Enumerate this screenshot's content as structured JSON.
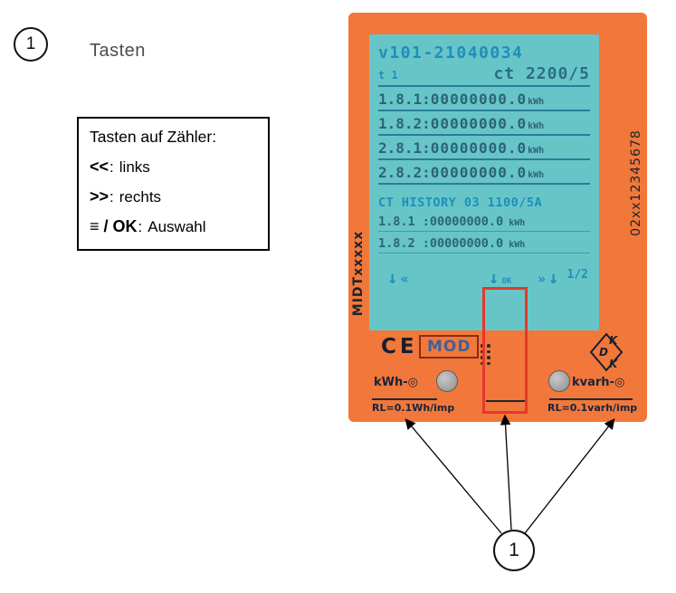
{
  "callout_top": {
    "number": "1",
    "label": "Tasten"
  },
  "legend": {
    "title": "Tasten auf Zähler:",
    "items": [
      {
        "key": "<<",
        "sep": ":",
        "label": "links"
      },
      {
        "key": ">>",
        "sep": ":",
        "label": "rechts"
      },
      {
        "key": "≡ / OK",
        "sep": ":",
        "label": "Auswahl"
      }
    ]
  },
  "meter": {
    "side_left_code": "MIDTxxxxx",
    "side_right_code": "02xx12345678",
    "lcd": {
      "version": "v101-21040034",
      "tariff": "t 1",
      "ct_ratio": "ct 2200/5",
      "registers": [
        {
          "code": "1.8.1:",
          "value": "00000000.0",
          "unit": "kWh"
        },
        {
          "code": "1.8.2:",
          "value": "00000000.0",
          "unit": "kWh"
        },
        {
          "code": "2.8.1:",
          "value": "00000000.0",
          "unit": "kWh"
        },
        {
          "code": "2.8.2:",
          "value": "00000000.0",
          "unit": "kWh"
        }
      ],
      "history_title": "CT HISTORY 03 1100/5A",
      "history": [
        {
          "code": "1.8.1 :",
          "value": "00000000.0",
          "unit": "kWh"
        },
        {
          "code": "1.8.2 :",
          "value": "00000000.0",
          "unit": "kWh"
        }
      ],
      "nav": {
        "down": "↓",
        "left_chevrons": "«",
        "ok": "OK",
        "right_chevrons": "»",
        "page": "1/2"
      }
    },
    "markings": {
      "ce": "CE",
      "mod": "MOD",
      "kdk_letters": [
        "K",
        "D",
        "K"
      ]
    },
    "buttons": {
      "left_label": "kWh-◎",
      "right_label": "kvarh-◎"
    },
    "impulse": {
      "left": "RL=0.1Wh/imp",
      "right": "RL=0.1varh/imp"
    }
  },
  "callout_bottom": {
    "number": "1"
  },
  "colors": {
    "meter_orange": "#f1783a",
    "lcd_teal": "#67c5c8",
    "lcd_text_blue": "#1e8fba",
    "highlight_red": "#e6382b"
  }
}
